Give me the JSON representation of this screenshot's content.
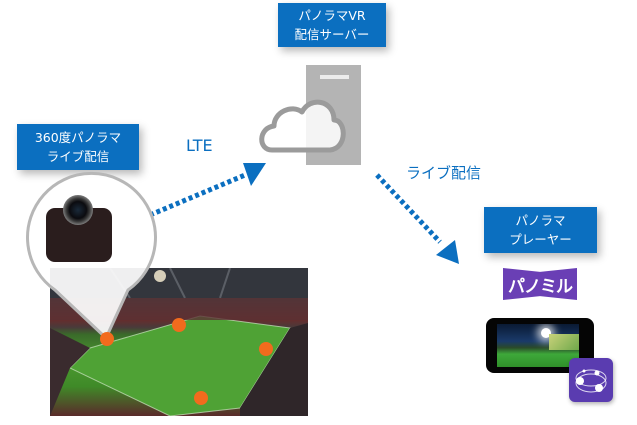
{
  "diagram": {
    "server_label": {
      "line1": "パノラマVR",
      "line2": "配信サーバー"
    },
    "camera_label": {
      "line1": "360度パノラマ",
      "line2": "ライブ配信"
    },
    "player_label": {
      "line1": "パノラマ",
      "line2": "プレーヤー"
    },
    "lte_text": "LTE",
    "live_stream_text": "ライブ配信",
    "player_logo_text": "パノミル",
    "icons": {
      "server": "server-icon",
      "cloud": "cloud-icon",
      "camera": "camera-icon",
      "stadium": "stadium-photo",
      "smartphone": "smartphone-icon",
      "app": "panomil-app-icon"
    },
    "colors": {
      "accent_blue": "#0b6fc0",
      "camera_marker": "#f26b1d",
      "logo_purple": "#6a3fb5",
      "server_gray": "#b4b4b4",
      "cloud_gray": "#9b9b9b"
    },
    "camera_markers_count": 4
  }
}
